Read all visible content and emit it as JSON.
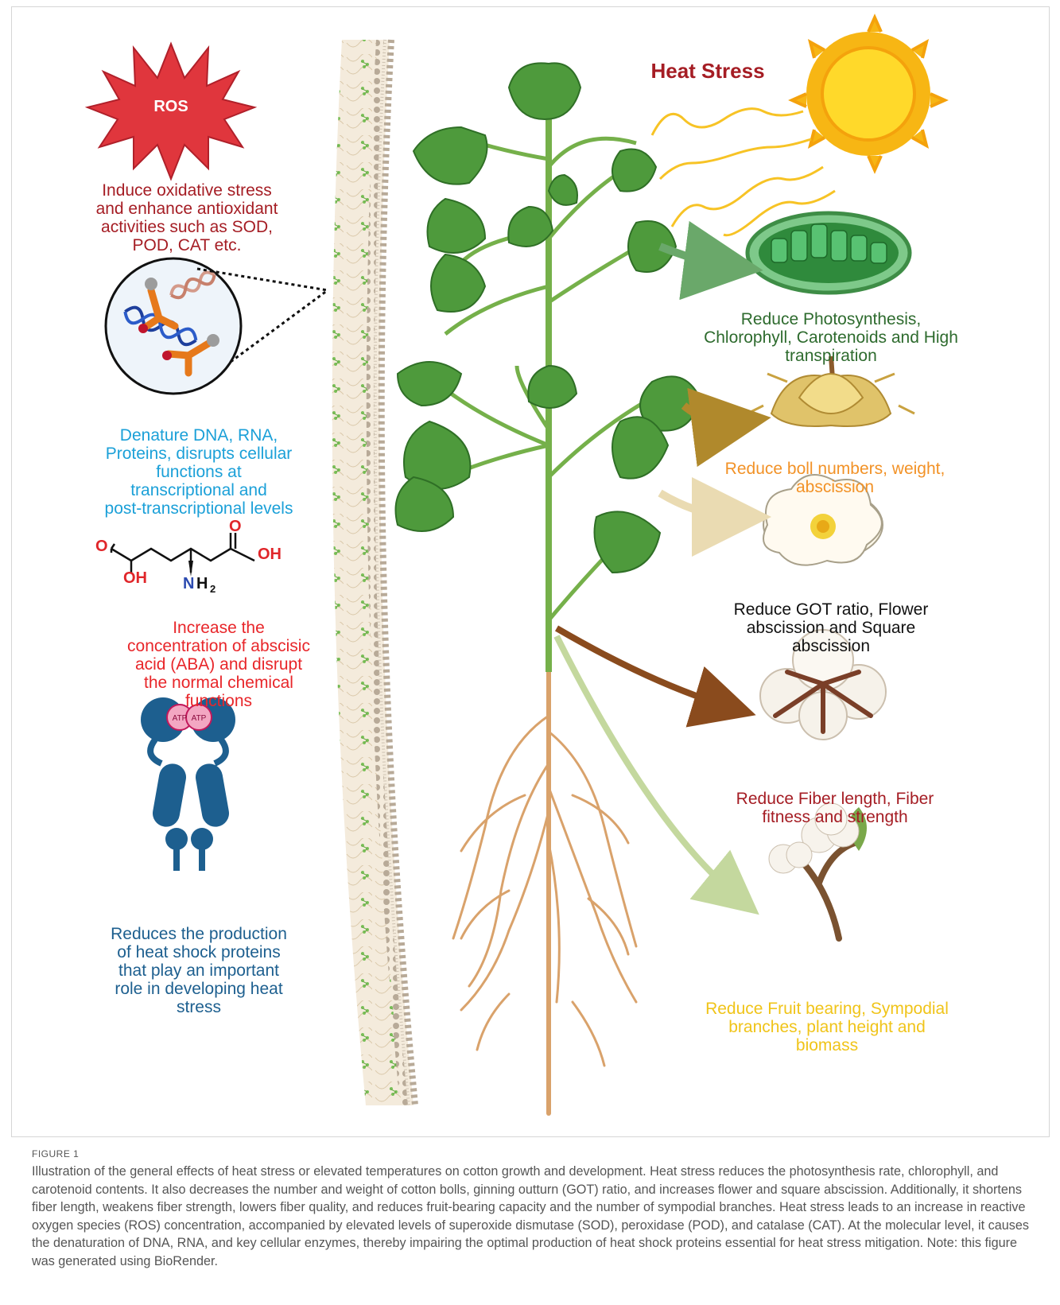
{
  "title": "Heat Stress",
  "ros_label": "ROS",
  "atp_label": "ATP",
  "chem": {
    "o_top": "O",
    "oh_right": "OH",
    "o_left": "O",
    "oh_bottom": "OH",
    "n": "N",
    "h2": "H",
    "sub2": "2"
  },
  "left_effects": {
    "ros": [
      "Induce oxidative stress",
      "and enhance antioxidant",
      "activities such as SOD,",
      "POD, CAT etc."
    ],
    "dna": [
      "Denature DNA, RNA,",
      "Proteins, disrupts cellular",
      "functions at",
      "transcriptional and",
      "post-transcriptional levels"
    ],
    "aba": [
      "Increase the",
      "concentration of abscisic",
      "acid (ABA) and disrupt",
      "the normal chemical",
      "functions"
    ],
    "hsp": [
      "Reduces the production",
      "of heat shock proteins",
      "that play an important",
      "role in developing heat",
      "stress"
    ]
  },
  "right_effects": {
    "photo": [
      "Reduce Photosynthesis,",
      "Chlorophyll, Carotenoids and High",
      "transpiration"
    ],
    "boll": [
      "Reduce boll numbers, weight,",
      "abscission"
    ],
    "got": [
      "Reduce GOT ratio, Flower",
      "abscission and Square",
      "abscission"
    ],
    "fiber": [
      "Reduce Fiber length, Fiber",
      "fitness and strength"
    ],
    "fruit": [
      "Reduce Fruit bearing, Sympodial",
      "branches, plant height and",
      "biomass"
    ]
  },
  "colors": {
    "ros": "#a51d24",
    "dna": "#1ba0d8",
    "aba": "#e8262a",
    "hsp": "#1d5f8f",
    "photo": "#2e6b2e",
    "boll": "#f29227",
    "got": "#111111",
    "fiber": "#a51d24",
    "fruit": "#f0c419"
  },
  "caption": {
    "label": "FIGURE 1",
    "text": "Illustration of the general effects of heat stress or elevated temperatures on cotton growth and development. Heat stress reduces the photosynthesis rate, chlorophyll, and carotenoid contents. It also decreases the number and weight of cotton bolls, ginning outturn (GOT) ratio, and increases flower and square abscission. Additionally, it shortens fiber length, weakens fiber strength, lowers fiber quality, and reduces fruit-bearing capacity and the number of sympodial branches. Heat stress leads to an increase in reactive oxygen species (ROS) concentration, accompanied by elevated levels of superoxide dismutase (SOD), peroxidase (POD), and catalase (CAT). At the molecular level, it causes the denaturation of DNA, RNA, and key cellular enzymes, thereby impairing the optimal production of heat shock proteins essential for heat stress mitigation. Note: this figure was generated using BioRender."
  }
}
